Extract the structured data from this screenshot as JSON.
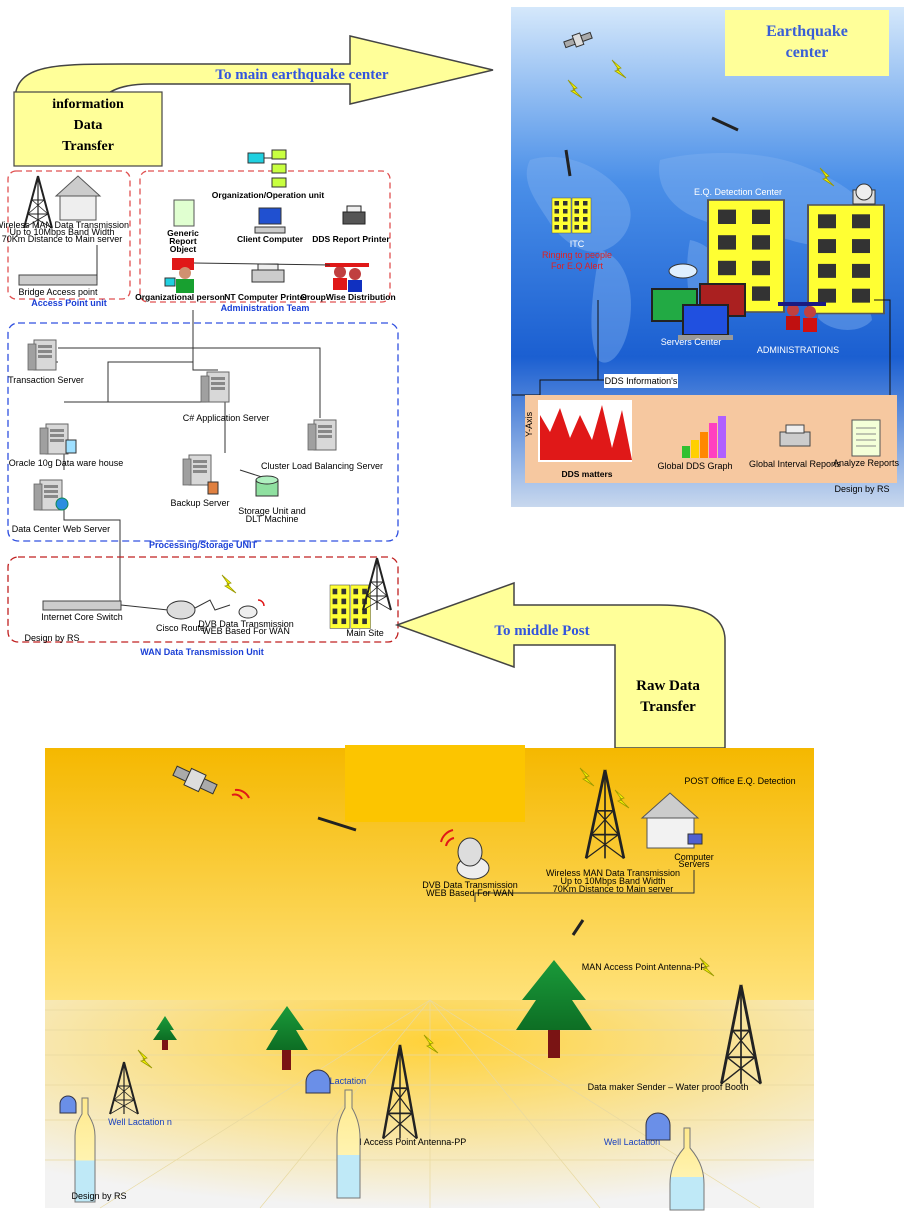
{
  "arrows": {
    "top_arrow_label": "To main earthquake center",
    "top_box_l1": "information",
    "top_box_l2": "Data",
    "top_box_l3": "Transfer",
    "mid_arrow_label": "To middle  Post",
    "mid_box_l1": "Raw Data",
    "mid_box_l2": "Transfer"
  },
  "center": {
    "title_l1": "Earthquake",
    "title_l2": "center",
    "eq_detection": "E.Q. Detection Center",
    "itc": "ITC",
    "ringing_l1": "Ringing to people",
    "ringing_l2": "For E.Q Alert",
    "servers_center": "Servers Center",
    "administrations": "ADMINISTRATIONS",
    "dds_info": "DDS Information's",
    "y_axis": "Y-Axis",
    "dds_matters": "DDS matters",
    "global_graph": "Global DDS Graph",
    "interval_reports": "Global Interval Reports",
    "analyze_reports": "Analyze Reports",
    "design": "Design by RS"
  },
  "network": {
    "wman_l1": "Wireless MAN Data Transmission",
    "wman_l2": "Up to 10Mbps Band Width",
    "wman_l3": "70Km Distance to Main server",
    "bridge": "Bridge Access point",
    "access_unit": "Access Point unit",
    "org_unit": "Organization/Operation unit",
    "generic_l1": "Generic",
    "generic_l2": "Report",
    "generic_l3": "Object",
    "client_computer": "Client Computer",
    "dds_printer": "DDS Report Printer",
    "org_person": "Organizational person",
    "nt_printer": "NT Computer Printer",
    "groupwise": "GroupWise Distribution",
    "admin_team": "Administration Team",
    "transaction_server": "Transaction Server",
    "csharp_server": "C# Application Server",
    "oracle": "Oracle 10g  Data ware house",
    "cluster": "Cluster Load Balancing Server",
    "backup": "Backup Server",
    "storage_l1": "Storage Unit and",
    "storage_l2": "DLT Machine",
    "dc_web": "Data Center Web Server",
    "processing_unit": "Processing/Storage UNIT",
    "core_switch": "Internet Core Switch",
    "cisco": "Cisco Router",
    "dvb_l1": "DVB Data Transmission",
    "dvb_l2": "WEB Based For WAN",
    "main_site": "Main Site",
    "design": "Design by RS",
    "wan_unit": "WAN Data Transmission Unit"
  },
  "field": {
    "post_office": "POST Office E.Q. Detection",
    "computer_l1": "Computer",
    "computer_l2": "Servers",
    "dvb_l1": "DVB Data Transmission",
    "dvb_l2": "WEB Based For WAN",
    "wman_l1": "Wireless MAN Data Transmission",
    "wman_l2": "Up to 10Mbps Band Width",
    "wman_l3": "70Km Distance to Main server",
    "man_ap_right": "MAN Access Point Antenna-PP",
    "data_maker": "Data maker Sender – Water proof Booth",
    "well_n": "Well Lactation n",
    "well_mid": "Well Lactation",
    "man_ap_mid": "MAN Access Point Antenna-PP",
    "well_right": "Well Lactation",
    "design": "Design by RS"
  },
  "colors": {
    "arrow_fill": "#ffff99",
    "arrow_text": "#3355dd",
    "center_blue": "#1e63d8",
    "field_yellow": "#f7c100"
  }
}
